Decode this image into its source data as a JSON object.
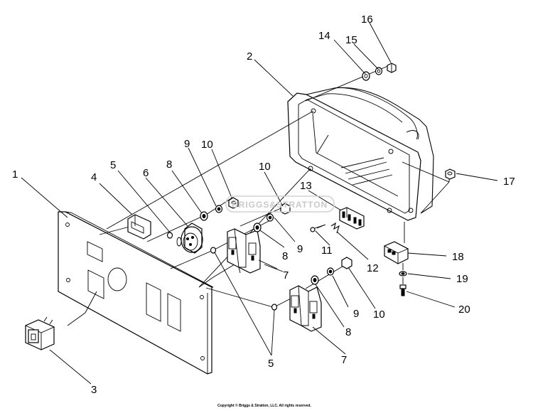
{
  "diagram": {
    "callouts": {
      "c1": "1",
      "c2": "2",
      "c3": "3",
      "c4": "4",
      "c5a": "5",
      "c5b": "5",
      "c6": "6",
      "c7a": "7",
      "c7b": "7",
      "c8a": "8",
      "c8b": "8",
      "c8c": "8",
      "c9a": "9",
      "c9b": "9",
      "c9c": "9",
      "c10a": "10",
      "c10b": "10",
      "c10c": "10",
      "c11": "11",
      "c12": "12",
      "c13": "13",
      "c14": "14",
      "c15": "15",
      "c16": "16",
      "c17": "17",
      "c18": "18",
      "c19": "19",
      "c20": "20"
    },
    "watermark": "BRIGGS&STRATTON",
    "copyright": "Copyright © Briggs & Stratton, LLC. All rights reserved."
  }
}
